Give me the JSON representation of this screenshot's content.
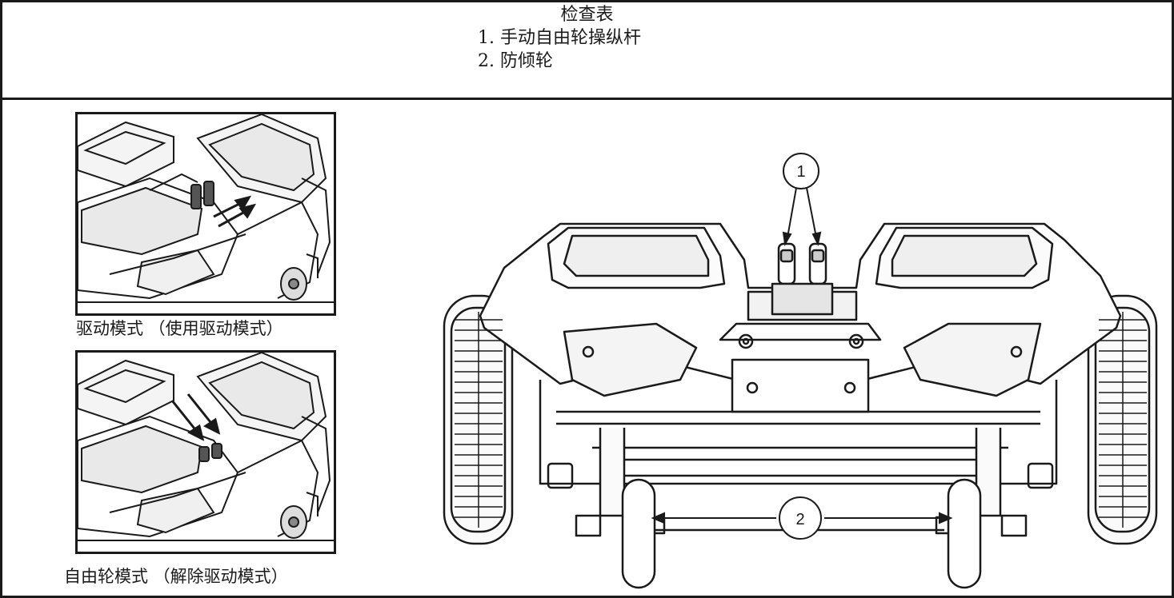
{
  "header": {
    "title": "检查表",
    "items": [
      {
        "number": "1.",
        "label": "手动自由轮操纵杆"
      },
      {
        "number": "2.",
        "label": "防倾轮"
      }
    ]
  },
  "insets": [
    {
      "caption": "驱动模式 （使用驱动模式）"
    },
    {
      "caption": "自由轮模式 （解除驱动模式）"
    }
  ],
  "callouts": [
    {
      "label": "1"
    },
    {
      "label": "2"
    }
  ]
}
